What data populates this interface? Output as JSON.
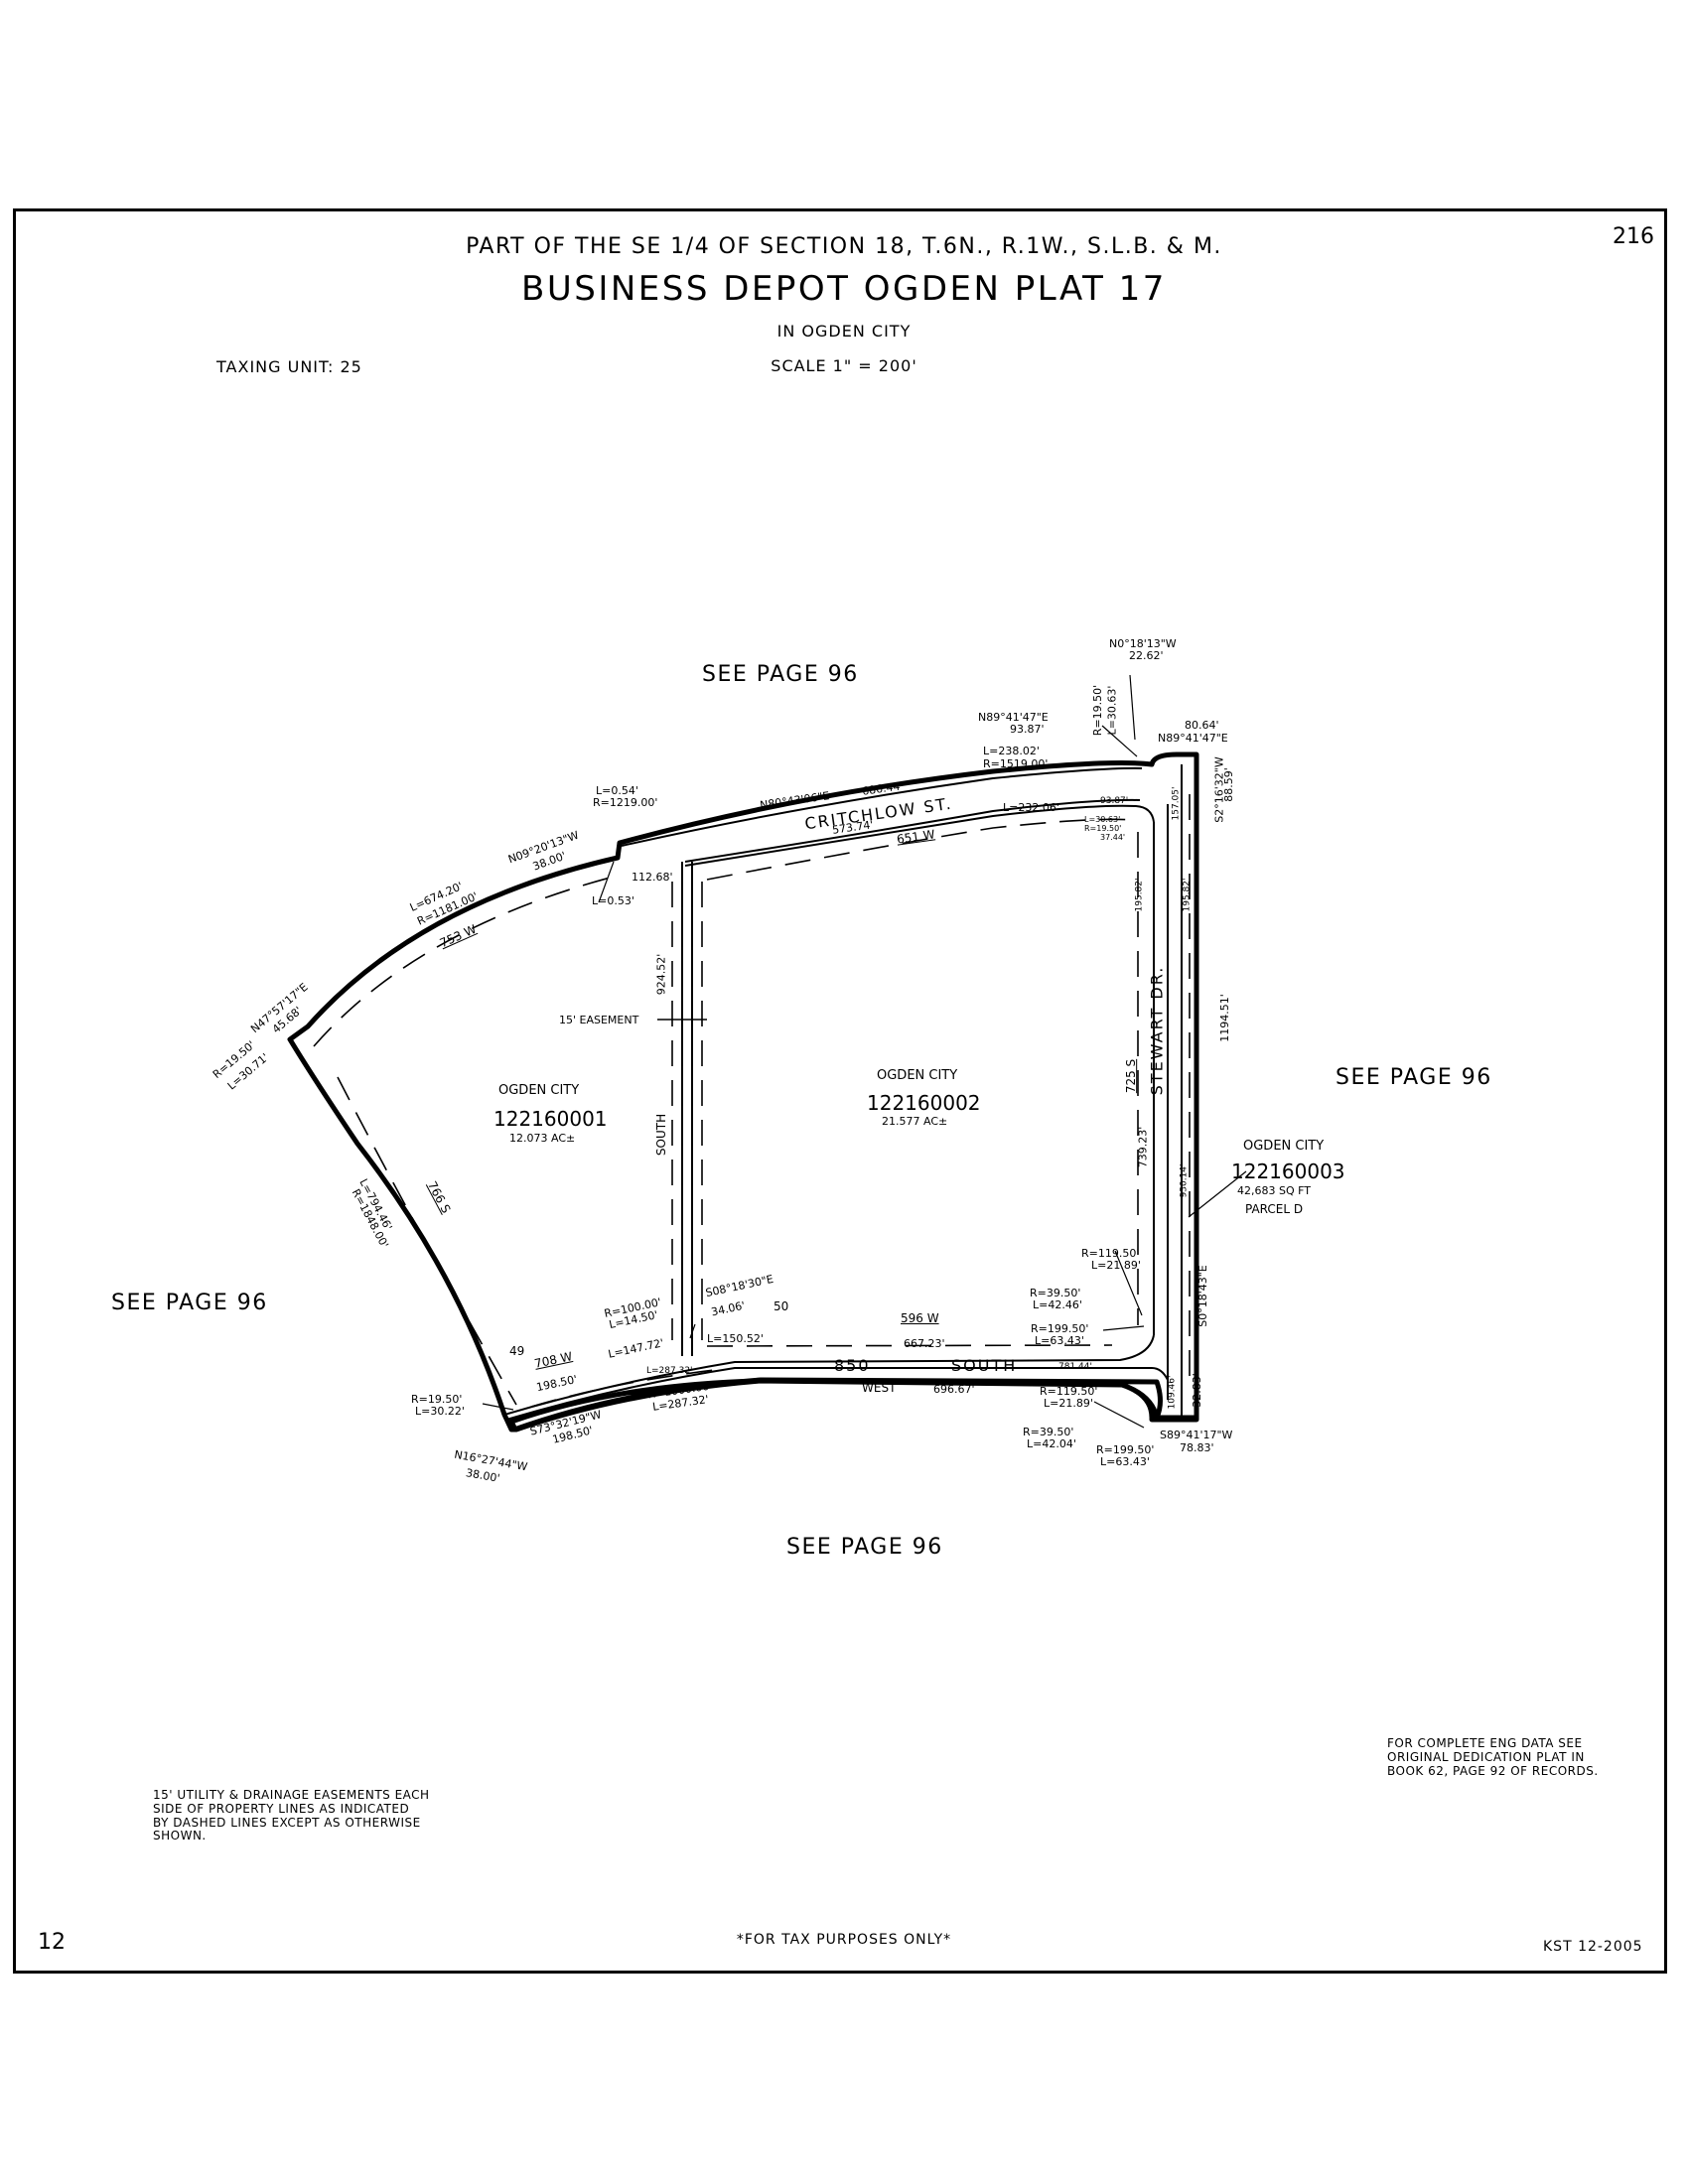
{
  "header": {
    "section_line": "PART OF THE SE 1/4 OF SECTION 18, T.6N., R.1W., S.L.B. & M.",
    "plat_title": "BUSINESS DEPOT OGDEN PLAT 17",
    "city_line": "IN OGDEN CITY",
    "scale": "SCALE 1\" = 200'",
    "taxing_unit": "TAXING UNIT: 25",
    "page_number_right": "216",
    "page_number_left": "12"
  },
  "see_page": {
    "top": "SEE PAGE 96",
    "right": "SEE PAGE 96",
    "left": "SEE PAGE 96",
    "bottom": "SEE PAGE 96"
  },
  "parcels": [
    {
      "owner": "OGDEN CITY",
      "id": "122160001",
      "area": "12.073 AC±"
    },
    {
      "owner": "OGDEN CITY",
      "id": "122160002",
      "area": "21.577 AC±"
    },
    {
      "owner": "OGDEN CITY",
      "id": "122160003",
      "area": "42,683 SQ FT",
      "parcel_label": "PARCEL D"
    }
  ],
  "streets": {
    "critchlow": "CRITCHLOW ST.",
    "stewart": "STEWART DR.",
    "south_850_a": "850",
    "south_850_b": "SOUTH",
    "west": "WEST",
    "south_vertical": "SOUTH"
  },
  "dimensions": {
    "n0_18_13_w": "N0°18'13\"W",
    "d22_62": "22.62'",
    "r19_50_top": "R=19.50'",
    "l30_63_top": "L=30.63'",
    "n89_41_47_e_a": "N89°41'47\"E",
    "d93_87_a": "93.87'",
    "d80_64": "80.64'",
    "n89_41_47_e_b": "N89°41'47\"E",
    "l238_02": "L=238.02'",
    "r1519": "R=1519.00'",
    "s2_16_32_w": "S2°16'32\"W",
    "d88_59": "88.59'",
    "n80_43_06_e": "N80°43'06\"E",
    "d686_44": "686.44'",
    "l232_06": "L=232.06'",
    "d93_87_b": "93.87'",
    "d157_05": "157.05'",
    "l30_63_small": "L=30.63'",
    "r19_50_small": "R=19.50'",
    "d37_44": "37.44'",
    "d573_74": "573.74'",
    "w651": "651 W",
    "l0_54": "L=0.54'",
    "r1219": "R=1219.00'",
    "n09_20_13_w": "N09°20'13\"W",
    "d38_00_a": "38.00'",
    "d112_68": "112.68'",
    "l0_53": "L=0.53'",
    "l674_20": "L=674.20'",
    "r1181": "R=1181.00'",
    "w753": "753 W",
    "d924_52": "924.52'",
    "easement": "15' EASEMENT",
    "d195_82_a": "195.82'",
    "d195_82_b": "195.82'",
    "d1194_51": "1194.51'",
    "n47_57_17_e": "N47°57'17\"E",
    "d45_68": "45.68'",
    "r19_50_left": "R=19.50'",
    "l30_71": "L=30.71'",
    "s725": "725 S",
    "d739_23": "739.23'",
    "d930_14": "930.14'",
    "s766": "766 S",
    "l794_46": "L=794.46'",
    "r1848": "R=1848.00'",
    "r119_50_a": "R=119.50'",
    "l21_89_a": "L=21.89'",
    "r39_50_a": "R=39.50'",
    "l42_46": "L=42.46'",
    "s0_18_43_e": "S0°18'43\"E",
    "r100": "R=100.00'",
    "l14_50": "L=14.50'",
    "s08_18_30_e": "S08°18'30\"E",
    "d34_06": "34.06'",
    "n50": "50",
    "w596": "596 W",
    "l150_52": "L=150.52'",
    "d667_23": "667.23'",
    "r199_50_a": "R=199.50'",
    "l63_43_a": "L=63.43'",
    "n49": "49",
    "w708": "708 W",
    "l147_72": "L=147.72'",
    "l287_32_small": "L=287.32'",
    "d781_44": "781.44'",
    "d198_50_a": "198.50'",
    "r1000": "R=1000.00'",
    "l287_32": "L=287.32'",
    "d696_67": "696.67'",
    "r119_50_b": "R=119.50'",
    "l21_89_b": "L=21.89'",
    "d109_46": "109.46'",
    "d32_83": "32.83'",
    "r19_50_bl": "R=19.50'",
    "l30_22": "L=30.22'",
    "s73_32_19_w": "S73°32'19\"W",
    "d198_50_b": "198.50'",
    "r39_50_b": "R=39.50'",
    "l42_04": "L=42.04'",
    "s89_41_17_w": "S89°41'17\"W",
    "d78_83": "78.83'",
    "n16_27_44_w": "N16°27'44\"W",
    "d38_00_b": "38.00'",
    "r199_50_b": "R=199.50'",
    "l63_43_b": "L=63.43'"
  },
  "notes": {
    "easement_note": "15' UTILITY & DRAINAGE EASEMENTS EACH\nSIDE OF PROPERTY LINES AS INDICATED\nBY DASHED LINES EXCEPT AS OTHERWISE\nSHOWN.",
    "eng_data_note": "FOR COMPLETE ENG DATA SEE\nORIGINAL DEDICATION PLAT IN\nBOOK 62, PAGE 92 OF RECORDS.",
    "tax_purposes": "*FOR TAX PURPOSES ONLY*",
    "drafter": "KST 12-2005"
  }
}
